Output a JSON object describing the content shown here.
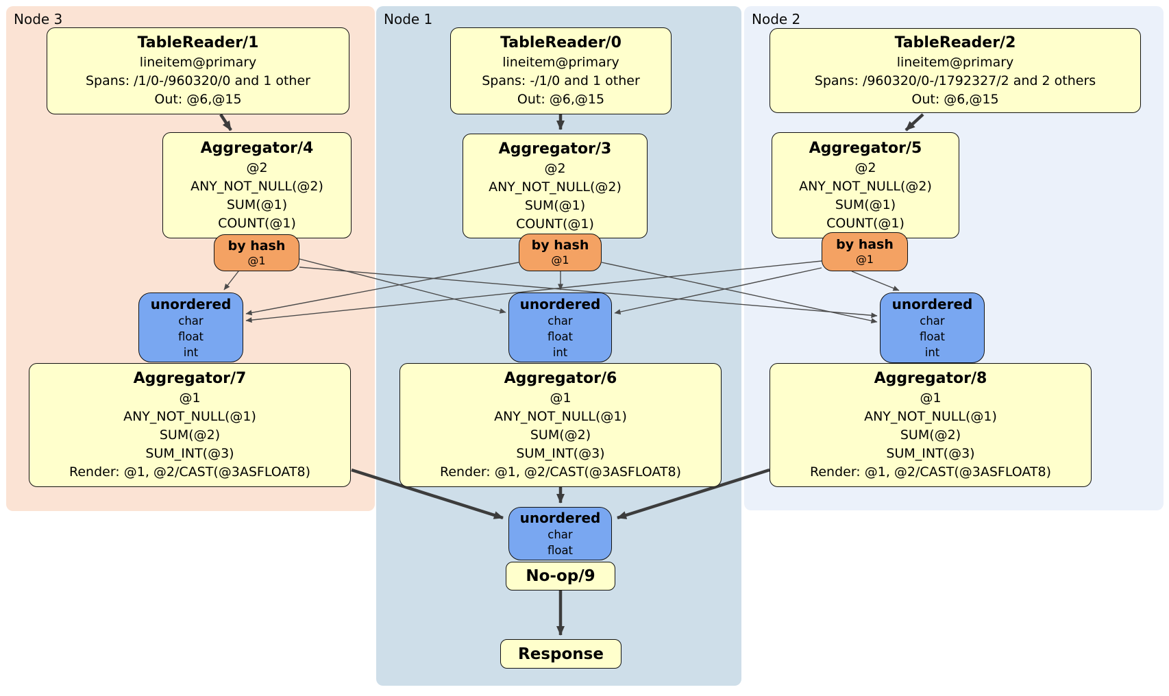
{
  "panels": [
    {
      "label": "Node 3"
    },
    {
      "label": "Node 1"
    },
    {
      "label": "Node 2"
    }
  ],
  "processors": {
    "tableReader1": {
      "title": "TableReader/1",
      "lines": [
        "lineitem@primary",
        "Spans: /1/0-/960320/0 and 1 other",
        "Out: @6,@15"
      ]
    },
    "tableReader0": {
      "title": "TableReader/0",
      "lines": [
        "lineitem@primary",
        "Spans: -/1/0 and 1 other",
        "Out: @6,@15"
      ]
    },
    "tableReader2": {
      "title": "TableReader/2",
      "lines": [
        "lineitem@primary",
        "Spans: /960320/0-/1792327/2 and 2 others",
        "Out: @6,@15"
      ]
    },
    "aggregator4": {
      "title": "Aggregator/4",
      "lines": [
        "@2",
        "ANY_NOT_NULL(@2)",
        "SUM(@1)",
        "COUNT(@1)"
      ]
    },
    "aggregator3": {
      "title": "Aggregator/3",
      "lines": [
        "@2",
        "ANY_NOT_NULL(@2)",
        "SUM(@1)",
        "COUNT(@1)"
      ]
    },
    "aggregator5": {
      "title": "Aggregator/5",
      "lines": [
        "@2",
        "ANY_NOT_NULL(@2)",
        "SUM(@1)",
        "COUNT(@1)"
      ]
    },
    "aggregator7": {
      "title": "Aggregator/7",
      "lines": [
        "@1",
        "ANY_NOT_NULL(@1)",
        "SUM(@2)",
        "SUM_INT(@3)",
        "Render: @1, @2/CAST(@3ASFLOAT8)"
      ]
    },
    "aggregator6": {
      "title": "Aggregator/6",
      "lines": [
        "@1",
        "ANY_NOT_NULL(@1)",
        "SUM(@2)",
        "SUM_INT(@3)",
        "Render: @1, @2/CAST(@3ASFLOAT8)"
      ]
    },
    "aggregator8": {
      "title": "Aggregator/8",
      "lines": [
        "@1",
        "ANY_NOT_NULL(@1)",
        "SUM(@2)",
        "SUM_INT(@3)",
        "Render: @1, @2/CAST(@3ASFLOAT8)"
      ]
    },
    "noop9": {
      "title": "No-op/9"
    },
    "response": {
      "title": "Response"
    }
  },
  "routers": {
    "byHashNode3": {
      "title": "by hash",
      "lines": [
        "@1"
      ]
    },
    "byHashNode1": {
      "title": "by hash",
      "lines": [
        "@1"
      ]
    },
    "byHashNode2": {
      "title": "by hash",
      "lines": [
        "@1"
      ]
    }
  },
  "streams": {
    "unorderedNode3": {
      "title": "unordered",
      "lines": [
        "char",
        "float",
        "int"
      ]
    },
    "unorderedNode1": {
      "title": "unordered",
      "lines": [
        "char",
        "float",
        "int"
      ]
    },
    "unorderedNode2": {
      "title": "unordered",
      "lines": [
        "char",
        "float",
        "int"
      ]
    },
    "unorderedFinal": {
      "title": "unordered",
      "lines": [
        "char",
        "float"
      ]
    }
  },
  "colors": {
    "processor_fill": "#FFFFCC",
    "router_fill": "#F4A263",
    "stream_fill": "#79A7F1",
    "node3_panel_bg": "#FBE3D4",
    "node1_panel_bg": "#CEDEE9",
    "node2_panel_bg": "#EBF1FA",
    "thick_edge": "#3C3C3C",
    "thin_edge": "#4A4A4A",
    "box_border": "#111111"
  }
}
